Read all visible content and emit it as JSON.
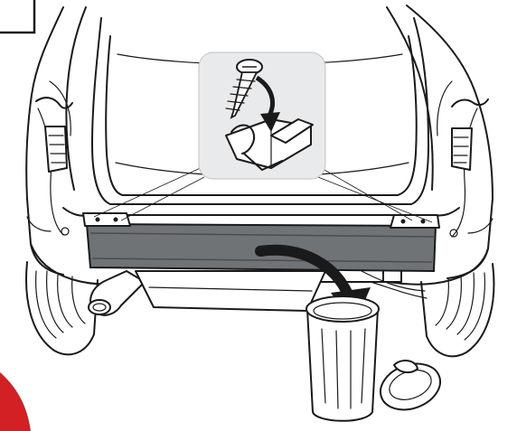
{
  "figure": {
    "step_label": "",
    "colors": {
      "line": "#1a1a1a",
      "background": "#ffffff",
      "bumper_beam": "#6f7376",
      "callout_panel": "#e9eaeb",
      "arrow": "#1a1a1a",
      "warning_corner": "#d32024"
    },
    "icons": [
      "corner-step-box",
      "car-rear-line-art",
      "callout-magnifier",
      "screw-icon",
      "curved-arrow-icon",
      "bumper-beam",
      "trash-can-icon",
      "warning-corner"
    ]
  }
}
